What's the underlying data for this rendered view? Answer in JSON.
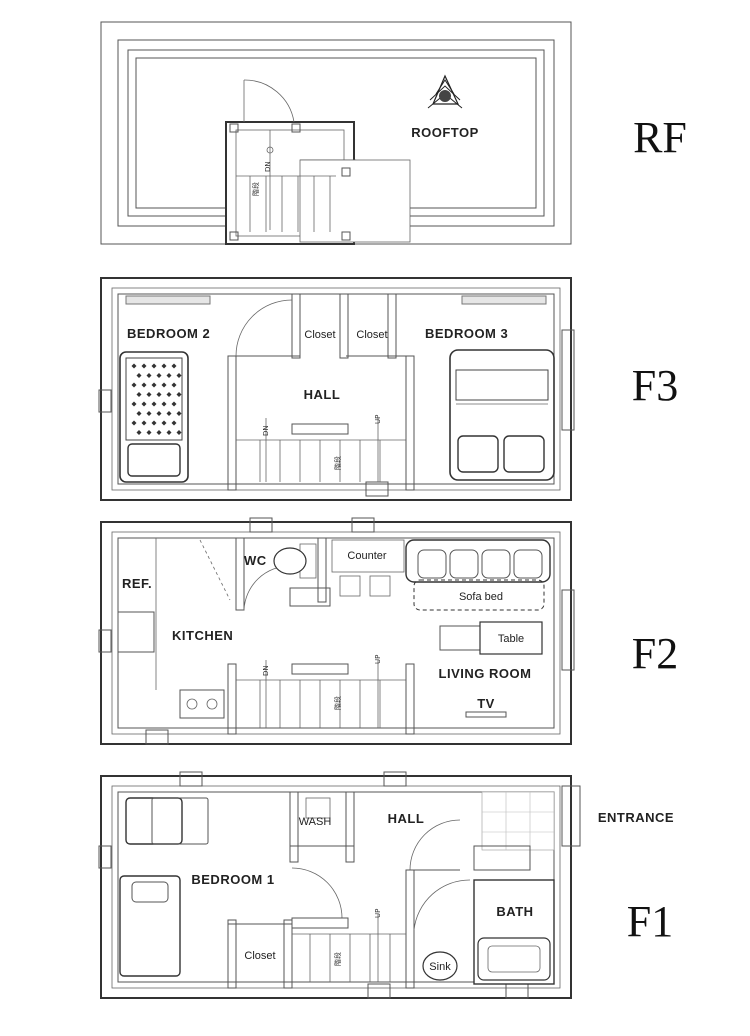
{
  "floors": {
    "rf": {
      "label": "RF",
      "rooms": {
        "rooftop": "ROOFTOP"
      },
      "stair": {
        "dn": "DN",
        "kanji": "階段"
      }
    },
    "f3": {
      "label": "F3",
      "rooms": {
        "bedroom2": "BEDROOM 2",
        "bedroom3": "BEDROOM 3",
        "hall": "HALL",
        "closet_a": "Closet",
        "closet_b": "Closet"
      },
      "stair": {
        "dn": "DN",
        "up": "UP",
        "kanji": "階段"
      }
    },
    "f2": {
      "label": "F2",
      "rooms": {
        "wc": "WC",
        "counter": "Counter",
        "ref": "REF.",
        "kitchen": "KITCHEN",
        "sofa_bed": "Sofa bed",
        "table": "Table",
        "living_room": "LIVING ROOM",
        "tv": "TV"
      },
      "stair": {
        "dn": "DN",
        "up": "UP",
        "kanji": "階段"
      }
    },
    "f1": {
      "label": "F1",
      "rooms": {
        "wash": "WASH",
        "hall": "HALL",
        "entrance": "ENTRANCE",
        "bedroom1": "BEDROOM 1",
        "bath": "BATH",
        "closet": "Closet",
        "sink": "Sink"
      },
      "stair": {
        "up": "UP",
        "kanji": "階段"
      }
    }
  }
}
